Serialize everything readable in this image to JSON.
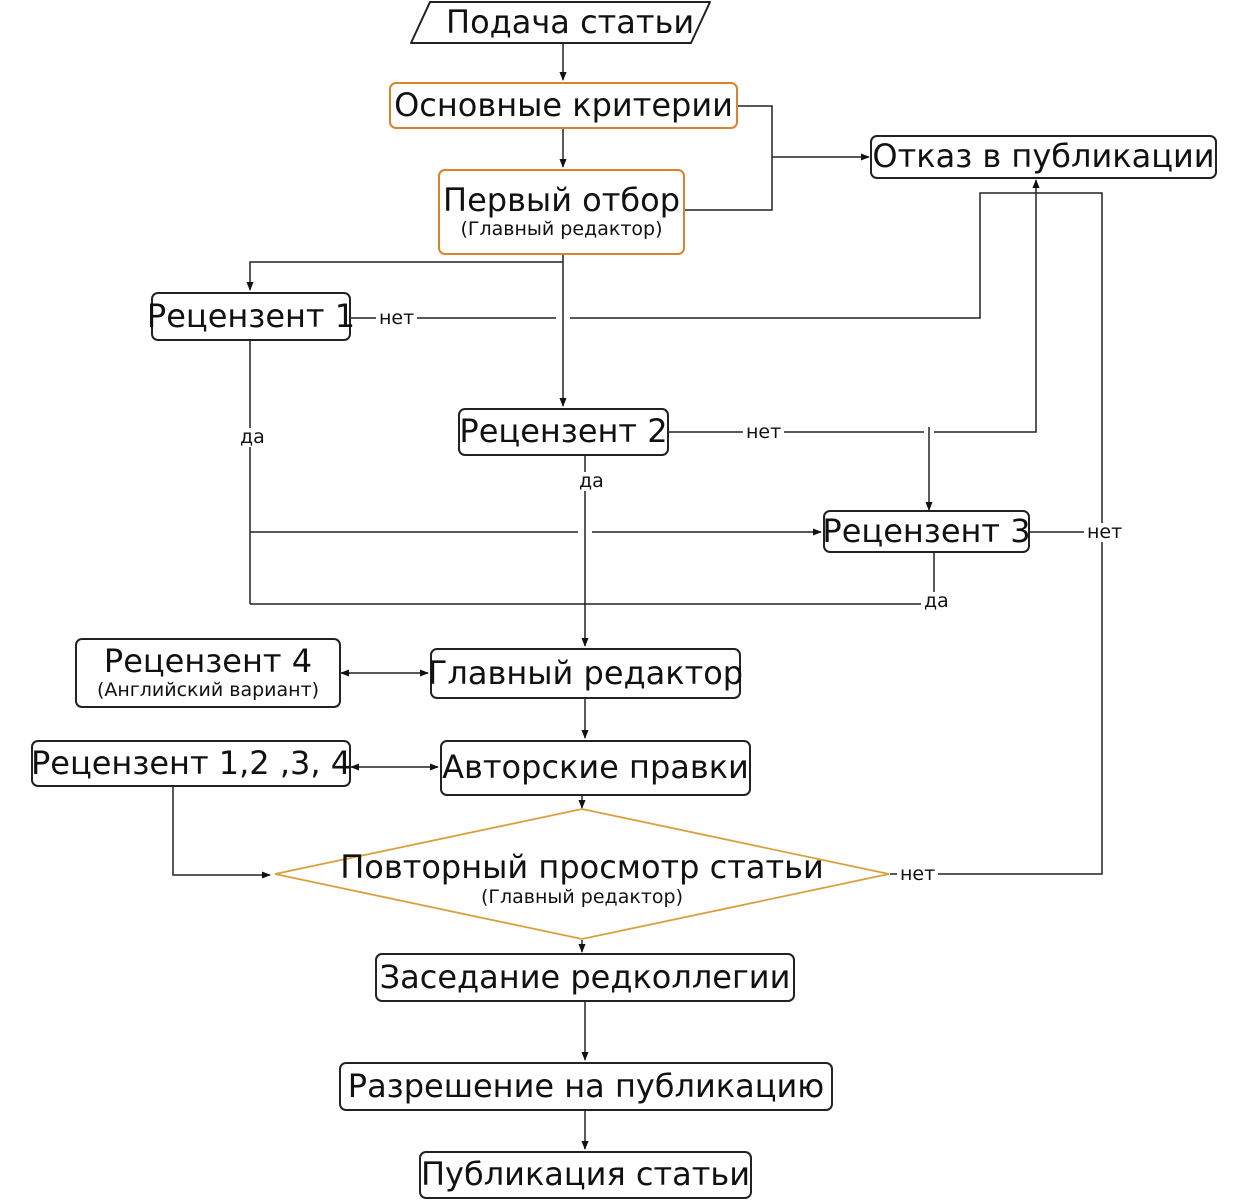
{
  "nodes": {
    "submission": "Подача статьи",
    "main_criteria": "Основные критерии",
    "first_selection": "Первый отбор",
    "first_selection_sub": "(Главный редактор)",
    "rejection": "Отказ в публикации",
    "reviewer1": "Рецензент 1",
    "reviewer2": "Рецензент 2",
    "reviewer3": "Рецензент 3",
    "reviewer4": "Рецензент 4",
    "reviewer4_sub": "(Английский вариант)",
    "chief_editor": "Главный редактор",
    "reviewers_all": "Рецензент 1,2 ,3, 4",
    "author_edits": "Авторские правки",
    "rereview": "Повторный просмотр статьи",
    "rereview_sub": "(Главный редактор)",
    "board_meeting": "Заседание редколлегии",
    "permission": "Разрешение на публикацию",
    "publication": "Публикация статьи"
  },
  "edge_labels": {
    "no": "нет",
    "yes": "да"
  },
  "colors": {
    "accent": "#d9832b",
    "line": "#222222"
  }
}
